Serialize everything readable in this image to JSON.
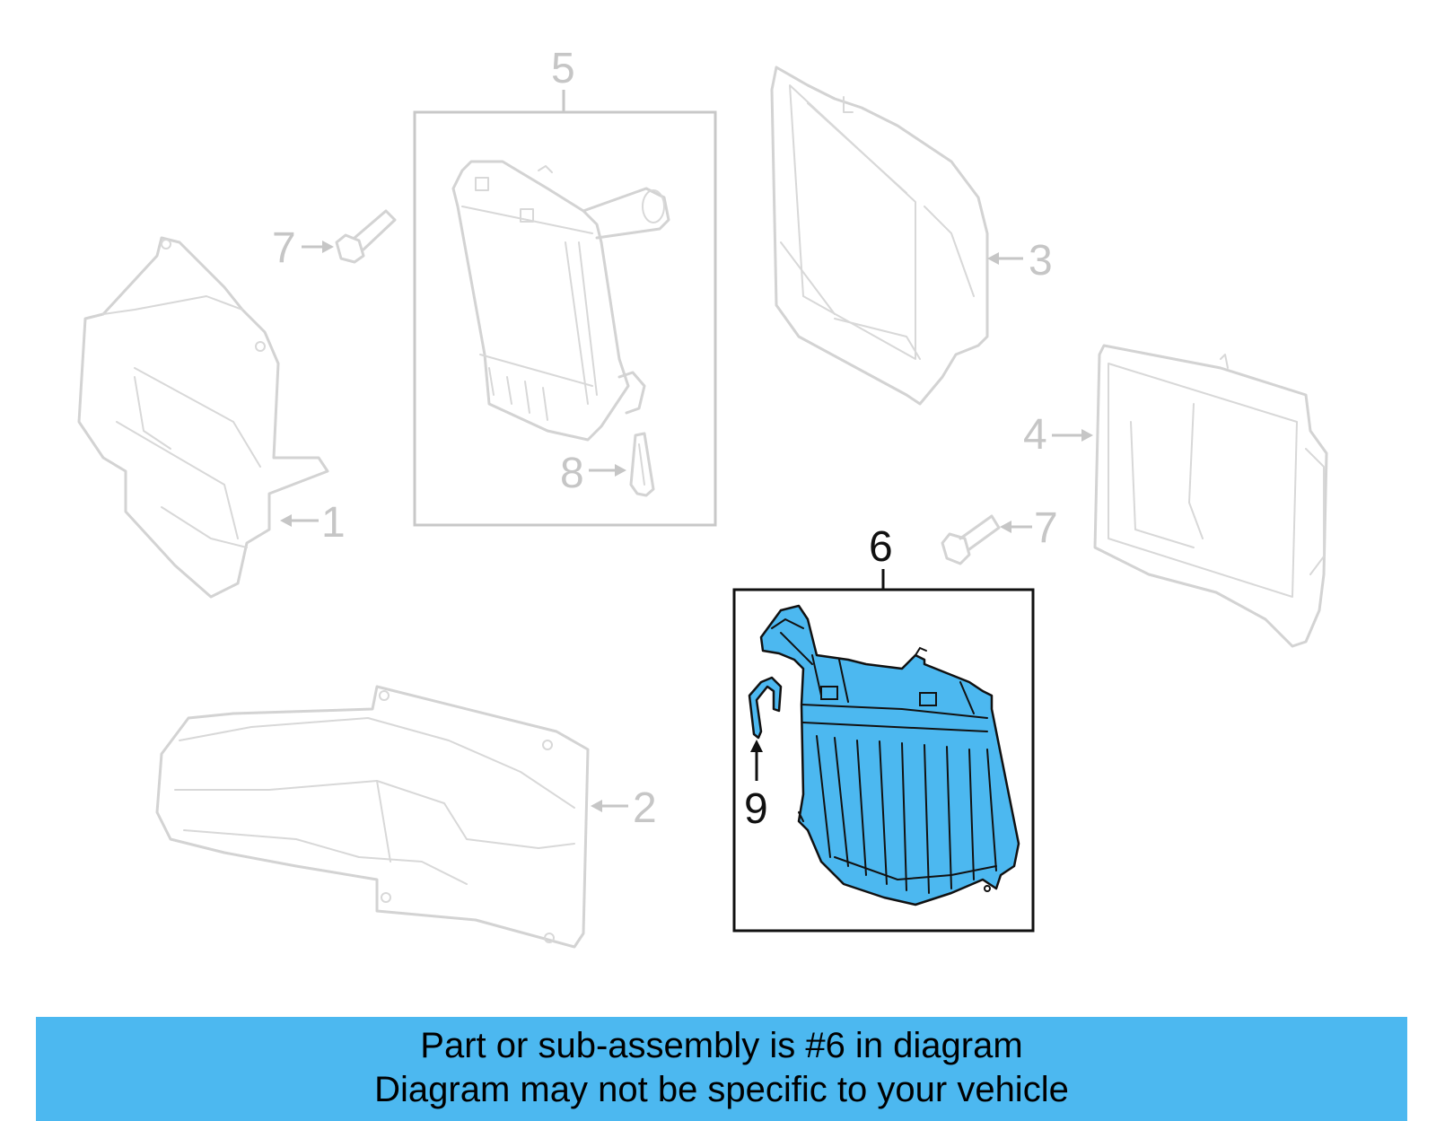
{
  "callouts": {
    "c1": "1",
    "c2": "2",
    "c3": "3",
    "c4": "4",
    "c5": "5",
    "c6": "6",
    "c7a": "7",
    "c7b": "7",
    "c8": "8",
    "c9": "9"
  },
  "highlight_color": "#4cb8f0",
  "ghost_color": "#d3d3d3",
  "footer": {
    "line1": "Part or sub-assembly is #6 in diagram",
    "line2": "Diagram may not be specific to your vehicle"
  }
}
